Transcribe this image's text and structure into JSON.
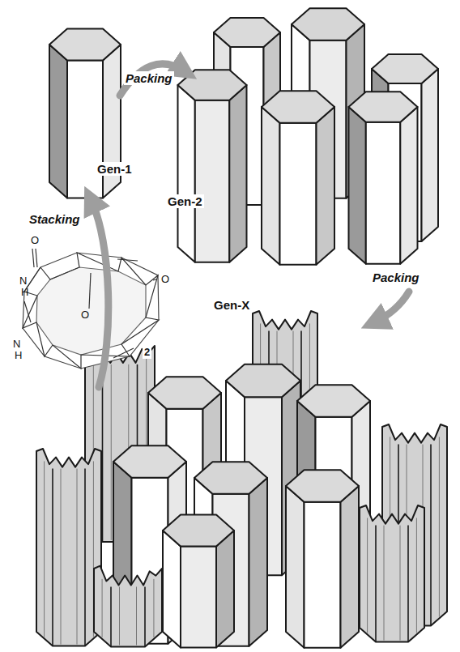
{
  "diagram": {
    "labels": [
      "Packing",
      "Stacking",
      "Gen-1",
      "Gen-2",
      "Packing",
      "Gen-X",
      "O",
      "N",
      "H",
      "O",
      "O",
      "N",
      "H",
      "2"
    ]
  }
}
